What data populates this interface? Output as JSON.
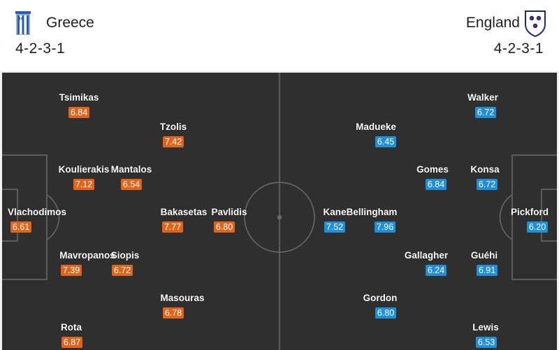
{
  "home": {
    "name": "Greece",
    "formation": "4-2-3-1",
    "flag_icon": "greece-flag-icon",
    "rating_color": "#e2641b",
    "players": [
      {
        "name": "Tsimikas",
        "rating": "6.84"
      },
      {
        "name": "Tzolis",
        "rating": "7.42"
      },
      {
        "name": "Koulierakis",
        "rating": "7.12"
      },
      {
        "name": "Mantalos",
        "rating": "6.54"
      },
      {
        "name": "Vlachodimos",
        "rating": "6.61"
      },
      {
        "name": "Bakasetas",
        "rating": "7.77"
      },
      {
        "name": "Pavlidis",
        "rating": "6.80"
      },
      {
        "name": "Mavropanos",
        "rating": "7.39"
      },
      {
        "name": "Siopis",
        "rating": "6.72"
      },
      {
        "name": "Masouras",
        "rating": "6.78"
      },
      {
        "name": "Rota",
        "rating": "6.87"
      }
    ]
  },
  "away": {
    "name": "England",
    "formation": "4-2-3-1",
    "crest_icon": "england-crest-icon",
    "rating_color": "#1e8fd8",
    "players": [
      {
        "name": "Walker",
        "rating": "6.72"
      },
      {
        "name": "Madueke",
        "rating": "6.45"
      },
      {
        "name": "Gomes",
        "rating": "6.84"
      },
      {
        "name": "Konsa",
        "rating": "6.72"
      },
      {
        "name": "Kane",
        "rating": "7.52"
      },
      {
        "name": "Bellingham",
        "rating": "7.96"
      },
      {
        "name": "Pickford",
        "rating": "6.20"
      },
      {
        "name": "Gallagher",
        "rating": "6.24"
      },
      {
        "name": "Guéhi",
        "rating": "6.91"
      },
      {
        "name": "Gordon",
        "rating": "6.80"
      },
      {
        "name": "Lewis",
        "rating": "6.53"
      }
    ]
  },
  "pitch_color": "#2f2f2f"
}
